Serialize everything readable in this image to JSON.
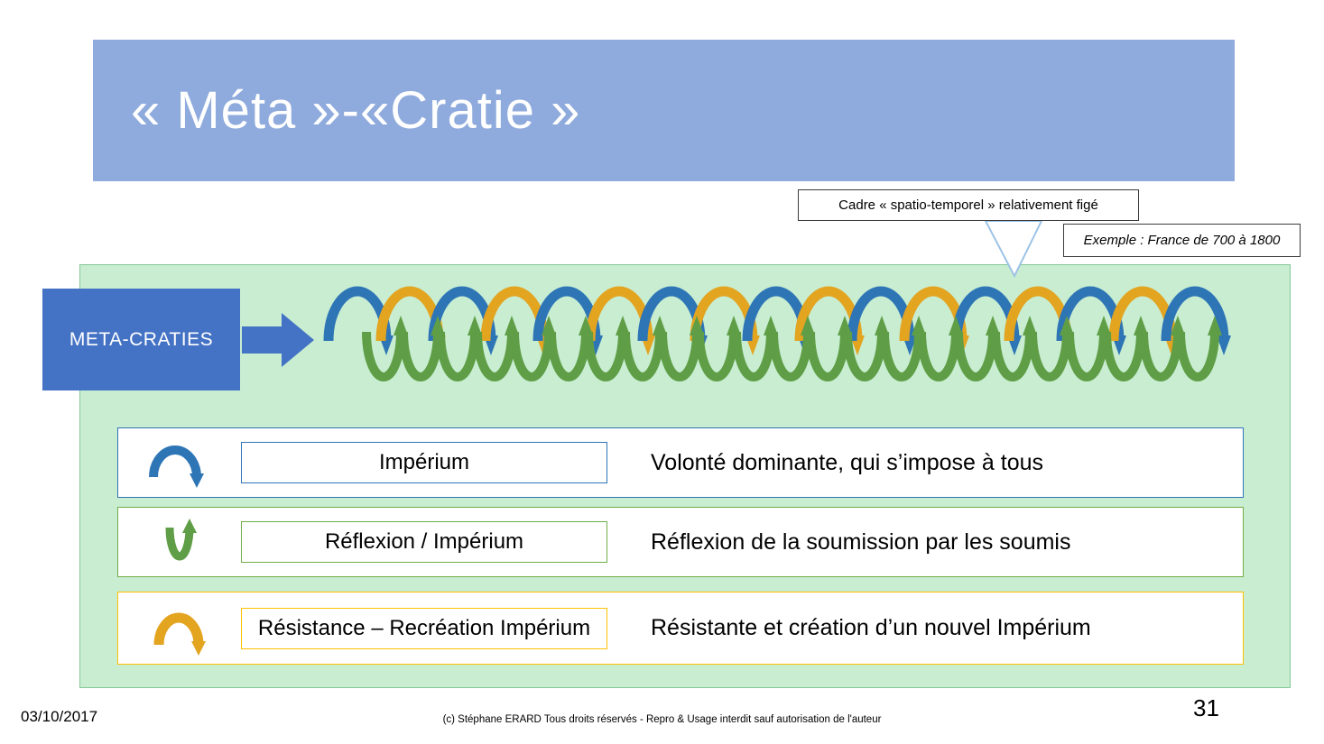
{
  "slide": {
    "title": "« Méta »-«Cratie »"
  },
  "callouts": {
    "frame": "Cadre « spatio-temporel » relativement figé",
    "example": "Exemple : France de 700 à 1800"
  },
  "diagram": {
    "label": "META-CRATIES",
    "chain": {
      "top_arc_count": 17,
      "top_arc_colors": [
        "blue",
        "gold"
      ],
      "loop_count": 23,
      "loop_color": "green"
    },
    "legend": {
      "items": [
        {
          "icon": "blue-arc-arrow",
          "color": "#2E75B6",
          "term": "Impérium",
          "definition": "Volonté dominante, qui s’impose à tous"
        },
        {
          "icon": "green-uturn-arrow",
          "color": "#70AD47",
          "term": "Réflexion / Impérium",
          "definition": "Réflexion de la soumission par les soumis"
        },
        {
          "icon": "gold-arc-arrow",
          "color": "#FFC000",
          "term": "Résistance – Recréation Impérium",
          "definition": "Résistante et création d’un nouvel Impérium"
        }
      ]
    }
  },
  "footer": {
    "date": "03/10/2017",
    "copyright": "(c) Stéphane ERARD Tous droits réservés - Repro & Usage interdit sauf autorisation de l'auteur",
    "page_number": "31"
  },
  "colors": {
    "banner": "#8FAADC",
    "accent_blue": "#4472C4",
    "panel_green": "#C8EDD1",
    "arc_blue": "#2E75B6",
    "arc_gold": "#E3A420",
    "arc_green": "#5F9E46",
    "legend_gold": "#FFC000",
    "legend_green": "#70AD47"
  }
}
